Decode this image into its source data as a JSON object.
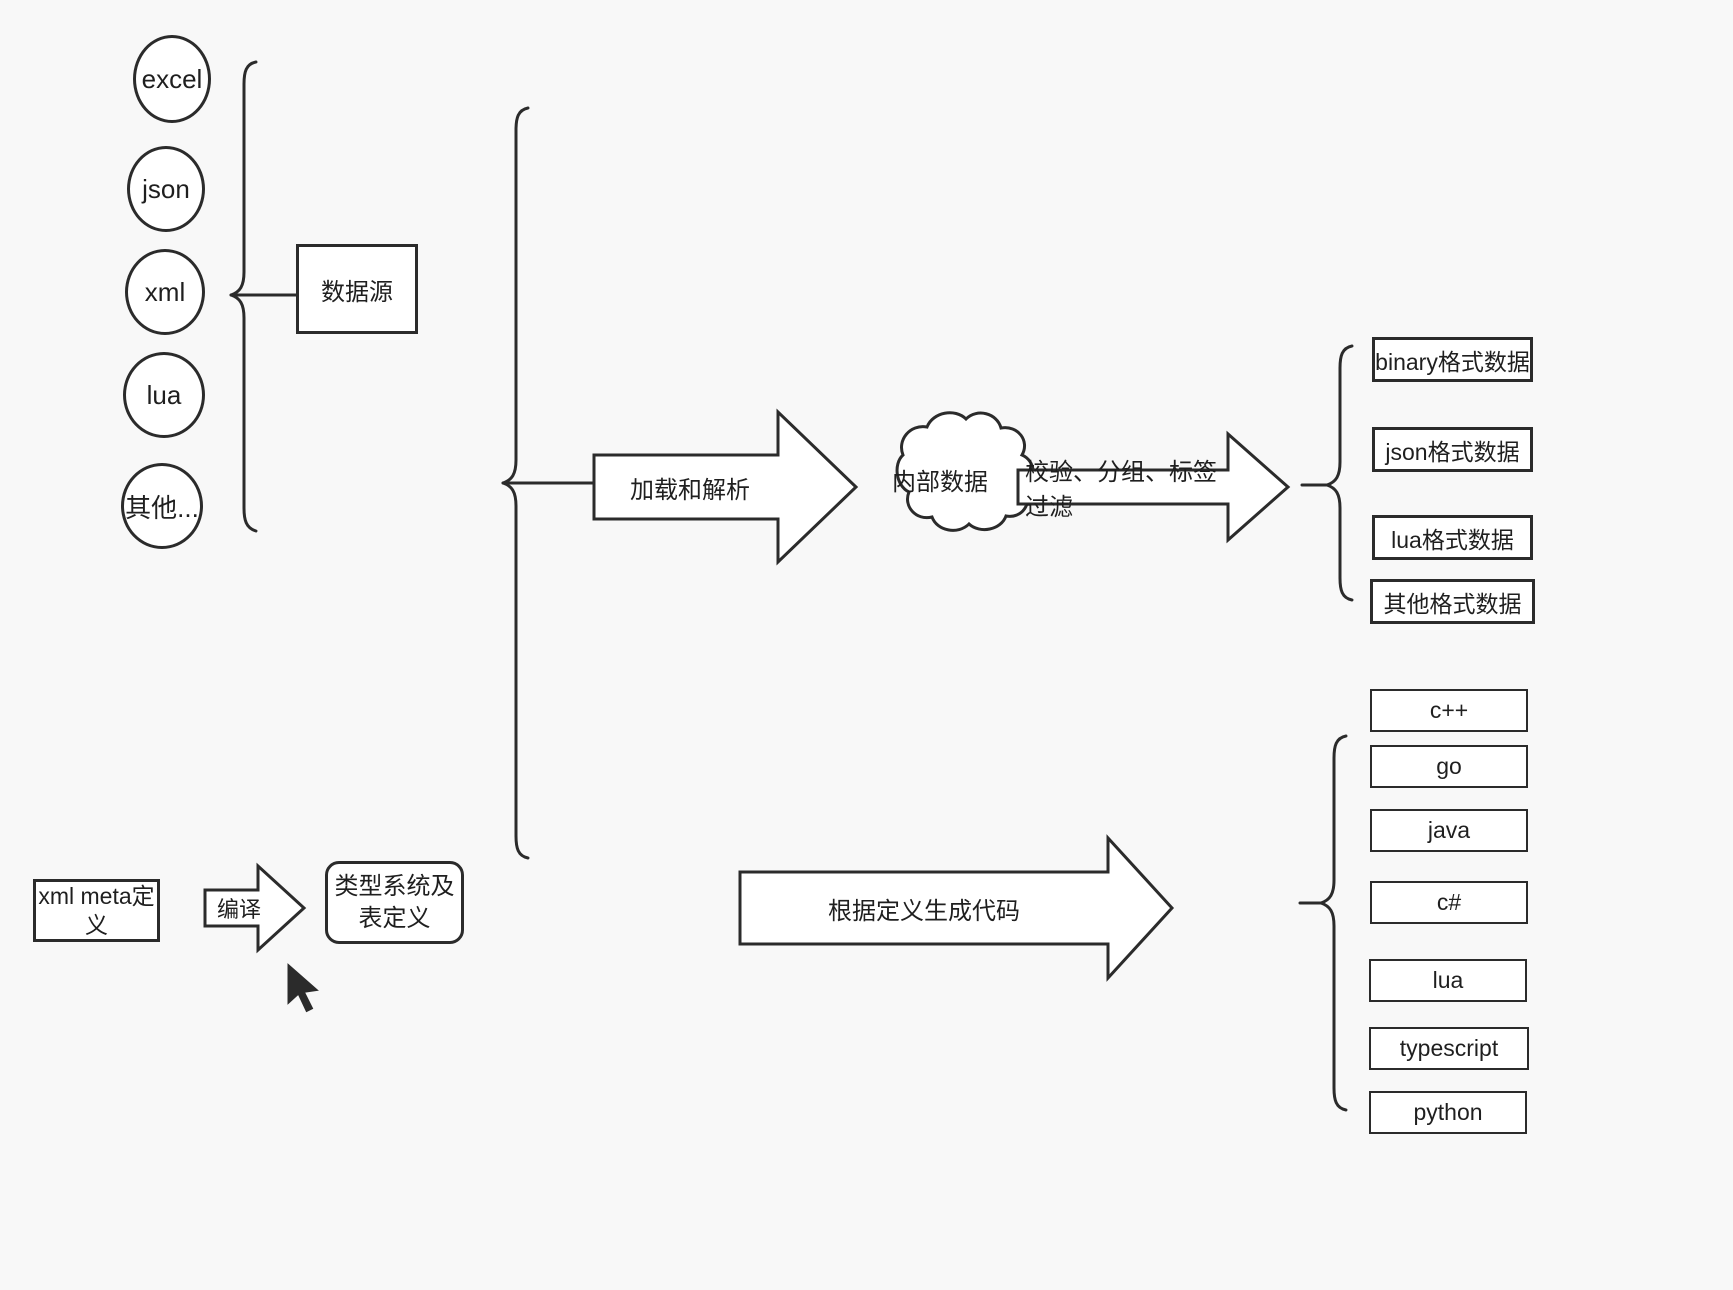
{
  "diagram": {
    "title": "data pipeline and code generation diagram",
    "background_color": "#f8f8f8",
    "stroke_color": "#2b2b2b",
    "fill_color": "#ffffff"
  },
  "sources": {
    "group_label": "数据源",
    "items": [
      {
        "label": "excel"
      },
      {
        "label": "json"
      },
      {
        "label": "xml"
      },
      {
        "label": "lua"
      },
      {
        "label": "其他..."
      }
    ]
  },
  "meta": {
    "definition_label": "xml meta定义",
    "compile_label": "编译",
    "type_system_label": "类型系统及表定义"
  },
  "pipeline": {
    "load_parse_label": "加载和解析",
    "internal_data_label": "内部数据",
    "filter_label": "校验、分组、标签过滤",
    "codegen_label": "根据定义生成代码"
  },
  "outputs": {
    "data_formats": [
      {
        "label": "binary格式数据"
      },
      {
        "label": "json格式数据"
      },
      {
        "label": "lua格式数据"
      },
      {
        "label": "其他格式数据"
      }
    ],
    "languages": [
      {
        "label": "c++"
      },
      {
        "label": "go"
      },
      {
        "label": "java"
      },
      {
        "label": "c#"
      },
      {
        "label": "lua"
      },
      {
        "label": "typescript"
      },
      {
        "label": "python"
      }
    ]
  }
}
